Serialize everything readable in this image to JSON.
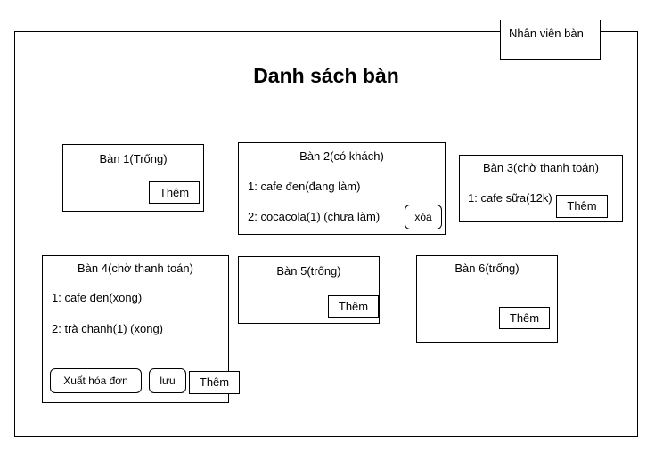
{
  "header": {
    "staff_label": "Nhân viên bàn",
    "title": "Danh sách bàn"
  },
  "tables": [
    {
      "title": "Bàn 1(Trống)",
      "items": [],
      "add_label": "Thêm"
    },
    {
      "title": "Bàn 2(có khách)",
      "items": [
        "1: cafe đen(đang làm)",
        "2: cocacola(1) (chưa làm)"
      ],
      "delete_label": "xóa"
    },
    {
      "title": "Bàn 3(chờ thanh toán)",
      "items": [
        "1: cafe sữa(12k)"
      ],
      "add_label": "Thêm"
    },
    {
      "title": "Bàn 4(chờ thanh toán)",
      "items": [
        "1: cafe đen(xong)",
        "2: trà chanh(1) (xong)"
      ],
      "invoice_label": "Xuất hóa đơn",
      "save_label": "lưu",
      "add_label": "Thêm"
    },
    {
      "title": "Bàn 5(trống)",
      "items": [],
      "add_label": "Thêm"
    },
    {
      "title": "Bàn 6(trống)",
      "items": [],
      "add_label": "Thêm"
    }
  ]
}
